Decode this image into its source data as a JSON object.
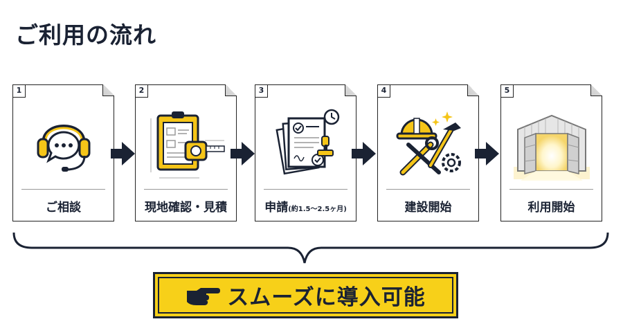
{
  "title": "ご利用の流れ",
  "steps": [
    {
      "number": "1",
      "label": "ご相談",
      "note": ""
    },
    {
      "number": "2",
      "label": "現地確認・見積",
      "note": ""
    },
    {
      "number": "3",
      "label": "申請",
      "note": "(約1.5〜2.5ヶ月)"
    },
    {
      "number": "4",
      "label": "建設開始",
      "note": ""
    },
    {
      "number": "5",
      "label": "利用開始",
      "note": ""
    }
  ],
  "cta": {
    "text": "スムーズに導入可能",
    "icon": "pointing-hand-icon"
  },
  "colors": {
    "accent": "#f7d019",
    "navy": "#1a2233"
  }
}
